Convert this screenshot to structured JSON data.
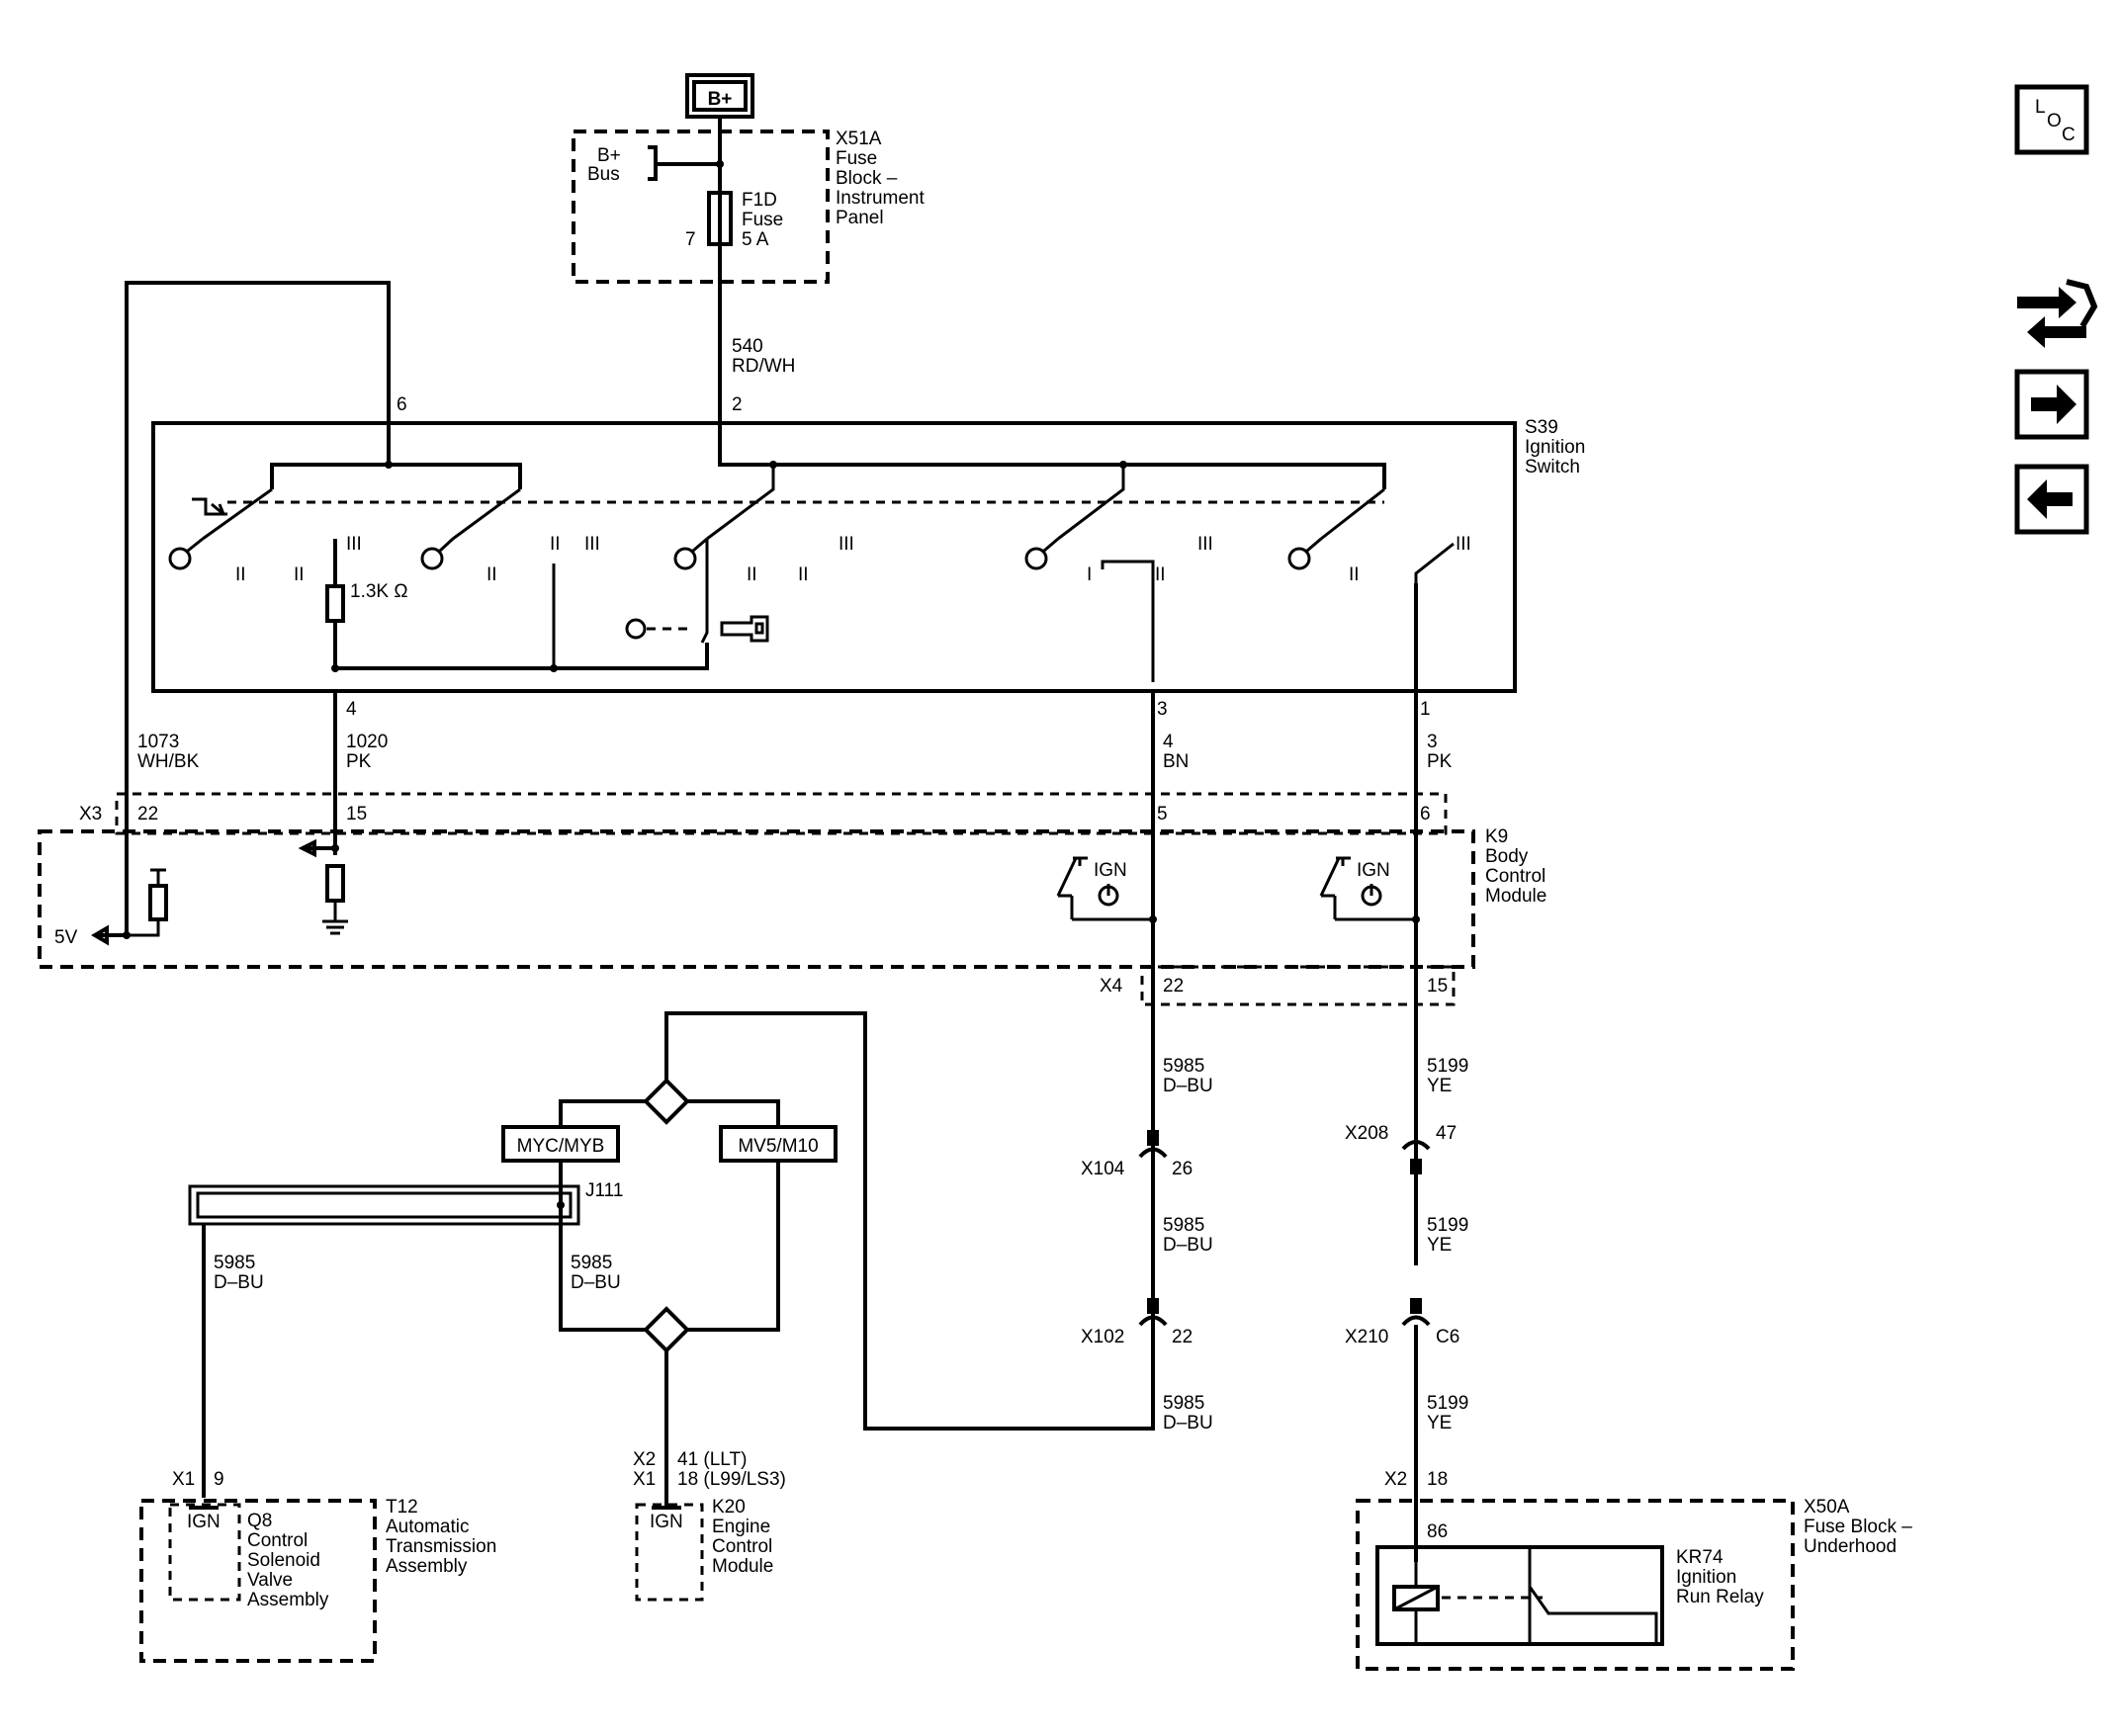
{
  "power": {
    "bplus_box": "B+",
    "bus_line1": "B+",
    "bus_line2": "Bus"
  },
  "x51a": {
    "line1": "X51A",
    "line2": "Fuse",
    "line3": "Block –",
    "line4": "Instrument",
    "line5": "Panel"
  },
  "fuse": {
    "name": "F1D",
    "type": "Fuse",
    "rating": "5 A",
    "cavity": "7"
  },
  "wire_540": {
    "circuit": "540",
    "color": "RD/WH"
  },
  "s39": {
    "line1": "S39",
    "line2": "Ignition",
    "line3": "Switch",
    "pin_6": "6",
    "pin_2": "2",
    "pin_4": "4",
    "pin_3": "3",
    "pin_1": "1",
    "resistor": "1.3K Ω"
  },
  "switch_positions": {
    "p_i": "I",
    "p_ii": "II",
    "p_iii": "III"
  },
  "wire_1073": {
    "circuit": "1073",
    "color": "WH/BK"
  },
  "wire_1020": {
    "circuit": "1020",
    "color": "PK"
  },
  "wire_4bn": {
    "circuit": "4",
    "color": "BN"
  },
  "wire_3pk": {
    "circuit": "3",
    "color": "PK"
  },
  "x3": {
    "name": "X3",
    "pin_22": "22",
    "pin_15": "15",
    "pin_5": "5",
    "pin_6": "6"
  },
  "k9": {
    "line1": "K9",
    "line2": "Body",
    "line3": "Control",
    "line4": "Module",
    "ign1": "IGN",
    "ign2": "IGN",
    "v5": "5V"
  },
  "x4": {
    "name": "X4",
    "pin_22": "22",
    "pin_15": "15"
  },
  "wire_5985": {
    "circuit": "5985",
    "color": "D–BU"
  },
  "wire_5199": {
    "circuit": "5199",
    "color": "YE"
  },
  "inline": {
    "x104": "X104",
    "x104_pin": "26",
    "x102": "X102",
    "x102_pin": "22",
    "x208": "X208",
    "x208_pin": "47",
    "x210": "X210",
    "x210_pin": "C6"
  },
  "options": {
    "left": "MYC/MYB",
    "right": "MV5/M10"
  },
  "splice": {
    "name": "J111"
  },
  "t12": {
    "conn": "X1",
    "pin": "9",
    "ign": "IGN",
    "q8_1": "Q8",
    "q8_2": "Control",
    "q8_3": "Solenoid",
    "q8_4": "Valve",
    "q8_5": "Assembly",
    "line1": "T12",
    "line2": "Automatic",
    "line3": "Transmission",
    "line4": "Assembly"
  },
  "k20": {
    "conn1": "X2",
    "pin1": "41 (LLT)",
    "conn2": "X1",
    "pin2": "18 (L99/LS3)",
    "ign": "IGN",
    "line1": "K20",
    "line2": "Engine",
    "line3": "Control",
    "line4": "Module"
  },
  "x50a": {
    "conn": "X2",
    "pin": "18",
    "relay_pin": "86",
    "line1": "X50A",
    "line2": "Fuse Block –",
    "line3": "Underhood",
    "kr1": "KR74",
    "kr2": "Ignition",
    "kr3": "Run Relay"
  },
  "nav": {
    "loc_l": "L",
    "loc_o": "O",
    "loc_c": "C"
  }
}
